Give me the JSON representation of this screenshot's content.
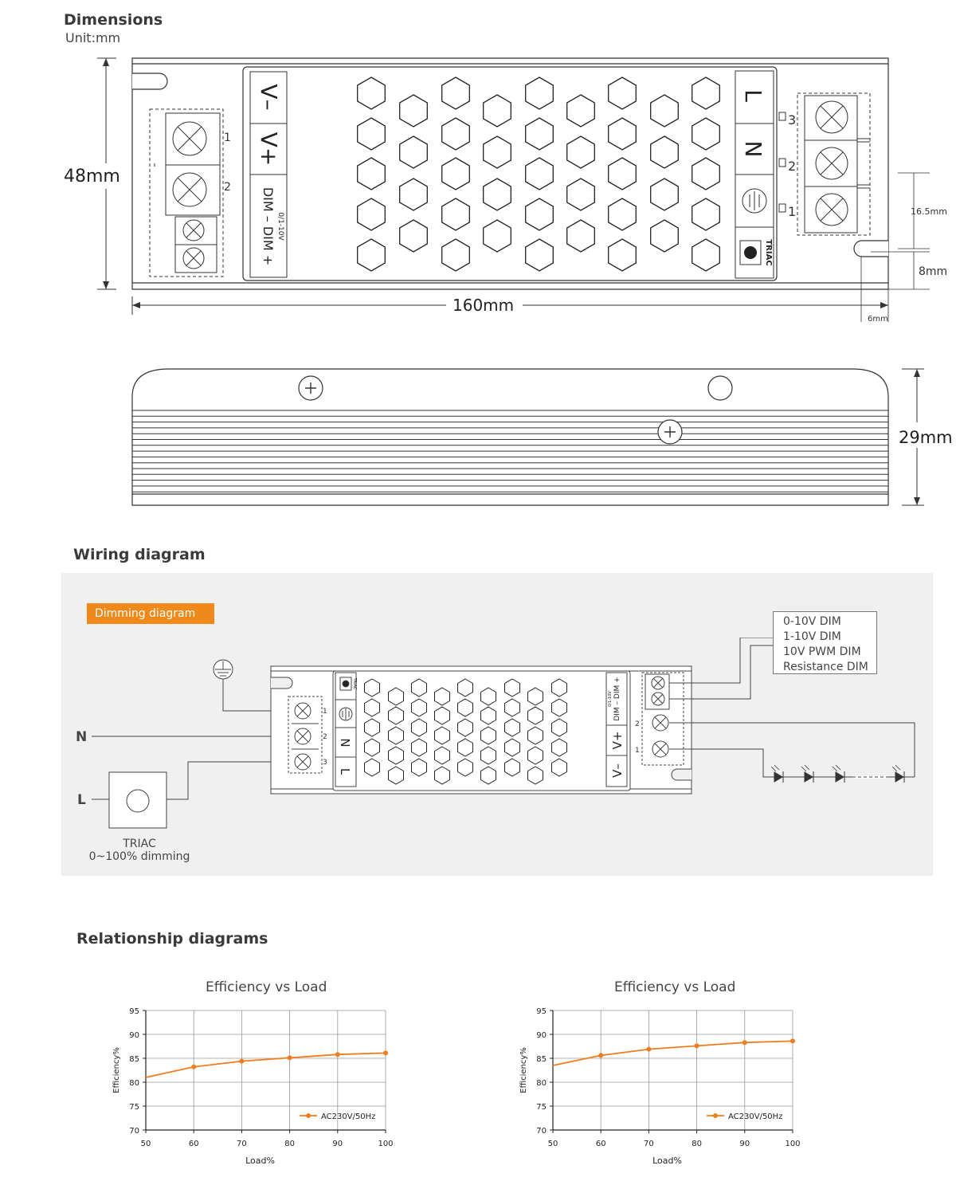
{
  "dimensions": {
    "title": "Dimensions",
    "unit": "Unit:mm",
    "height_label": "48mm",
    "length_label": "160mm",
    "side_height_label": "29mm",
    "hole_offset_label": "16.5mm",
    "hole_gap_label": "8mm",
    "hole_width_label": "6mm",
    "left_terminals": {
      "labels": [
        "V–",
        "V+",
        "DIM –  DIM +"
      ],
      "range": "0/1-10V",
      "numbers": [
        "1",
        "2"
      ]
    },
    "right_terminals": {
      "labels": [
        "L",
        "N"
      ],
      "triac": "TRIAC",
      "numbers": [
        "3",
        "2",
        "1"
      ]
    }
  },
  "wiring": {
    "title": "Wiring diagram",
    "badge": "Dimming diagram",
    "dim_modes": [
      "0-10V DIM",
      "1-10V DIM",
      "10V PWM DIM",
      "Resistance DIM"
    ],
    "n_label": "N",
    "l_label": "L",
    "triac_caption": [
      "TRIAC",
      "0~100% dimming"
    ],
    "terminal_numbers": [
      "1",
      "2",
      "3"
    ],
    "out_numbers": [
      "2",
      "1"
    ],
    "left_labels": [
      "L",
      "N"
    ],
    "right_labels": [
      "V–",
      "V+",
      "DIM –  DIM +"
    ],
    "range": "0/1-10V",
    "triac_small": "TRIAC"
  },
  "relationship": {
    "title": "Relationship diagrams"
  },
  "chart_data": [
    {
      "type": "line",
      "title": "Efficiency vs Load",
      "xlabel": "Load%",
      "ylabel": "Efficiency%",
      "xlim": [
        50,
        100
      ],
      "ylim": [
        70,
        95
      ],
      "xticks": [
        50,
        60,
        70,
        80,
        90,
        100
      ],
      "yticks": [
        70,
        75,
        80,
        85,
        90,
        95
      ],
      "grid": true,
      "legend": "bottom-right",
      "series": [
        {
          "name": "AC230V/50Hz",
          "color": "#f07c1b",
          "x": [
            50,
            60,
            70,
            80,
            90,
            100
          ],
          "y": [
            81,
            83.2,
            84.4,
            85.1,
            85.8,
            86.1
          ]
        }
      ]
    },
    {
      "type": "line",
      "title": "Efficiency vs Load",
      "xlabel": "Load%",
      "ylabel": "Efficiency%",
      "xlim": [
        50,
        100
      ],
      "ylim": [
        70,
        95
      ],
      "xticks": [
        50,
        60,
        70,
        80,
        90,
        100
      ],
      "yticks": [
        70,
        75,
        80,
        85,
        90,
        95
      ],
      "grid": true,
      "legend": "bottom-right",
      "series": [
        {
          "name": "AC230V/50Hz",
          "color": "#f07c1b",
          "x": [
            50,
            60,
            70,
            80,
            90,
            100
          ],
          "y": [
            83.5,
            85.6,
            86.9,
            87.6,
            88.3,
            88.6
          ]
        }
      ]
    }
  ]
}
